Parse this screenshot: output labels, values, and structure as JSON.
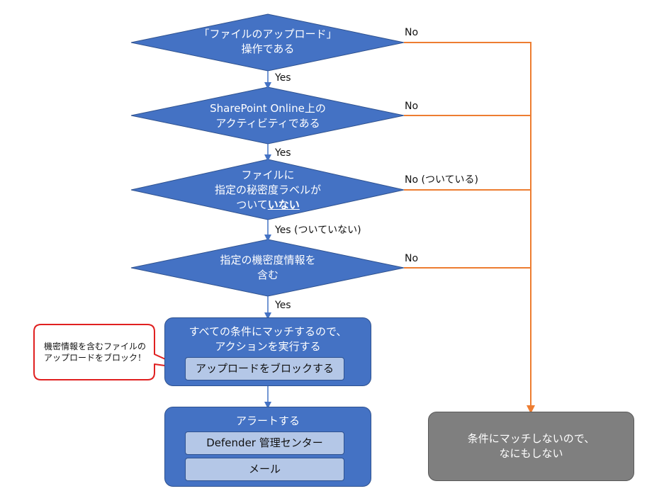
{
  "decisions": [
    {
      "lines": [
        "「ファイルのアップロード」",
        "操作である"
      ],
      "yes_label": "Yes",
      "no_label": "No"
    },
    {
      "lines": [
        "SharePoint Online上の",
        "アクティビティである"
      ],
      "yes_label": "Yes",
      "no_label": "No"
    },
    {
      "line1": "ファイルに",
      "line2": "指定の秘密度ラベルが",
      "line3_prefix": "ついて",
      "line3_emph": "いない",
      "yes_label": "Yes (ついていない)",
      "no_label": "No (ついている)"
    },
    {
      "lines": [
        "指定の機密度情報を",
        "含む"
      ],
      "yes_label": "Yes",
      "no_label": "No"
    }
  ],
  "action_box": {
    "title_lines": [
      "すべての条件にマッチするので、",
      "アクションを実行する"
    ],
    "inner": "アップロードをブロックする"
  },
  "alert_box": {
    "title": "アラートする",
    "items": [
      "Defender 管理センター",
      "メール"
    ]
  },
  "no_match_box": {
    "lines": [
      "条件にマッチしないので、",
      "なにもしない"
    ]
  },
  "callout": {
    "lines": [
      "機密情報を含むファイルの",
      "アップロードをブロック！"
    ]
  },
  "colors": {
    "blue": "#4472c4",
    "blue_border": "#2f528f",
    "light_blue": "#b4c7e7",
    "orange": "#ed7d31",
    "gray": "#7f7f7f",
    "red": "#e02020"
  }
}
